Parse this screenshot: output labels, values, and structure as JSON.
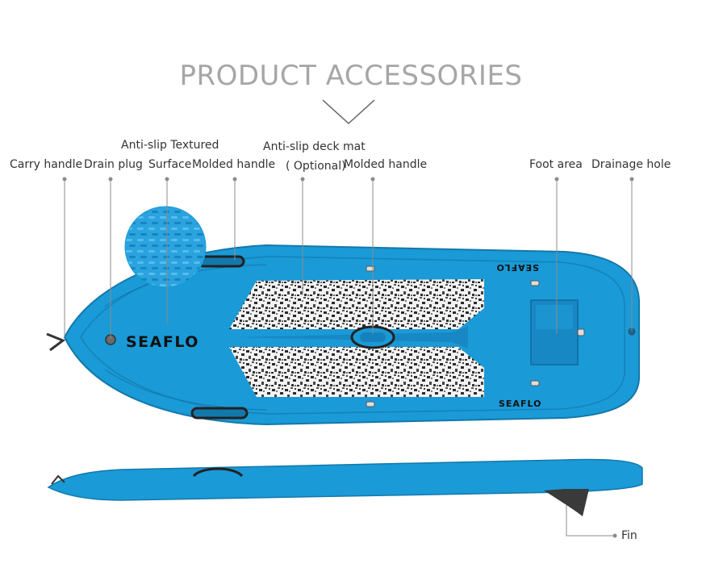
{
  "title": "PRODUCT ACCESSORIES",
  "brand": "SEAFLO",
  "labels": {
    "carry_handle": "Carry handle",
    "drain_plug": "Drain plug",
    "anti_slip_textured_line1": "Anti-slip Textured",
    "anti_slip_textured_line2": "Surface",
    "molded_handle_left": "Molded handle",
    "anti_slip_deck_mat_line1": "Anti-slip deck mat",
    "anti_slip_deck_mat_line2": "( Optional)",
    "molded_handle_center": "Molded handle",
    "foot_area": "Foot area",
    "drainage_hole": "Drainage hole",
    "fin": "Fin"
  },
  "colors": {
    "board_blue": "#1a9ad6",
    "board_dark": "#1378ab",
    "callout_gray": "#8c8c8c",
    "title_gray": "#a6a6a6",
    "fin_dark": "#3a3a3a"
  }
}
